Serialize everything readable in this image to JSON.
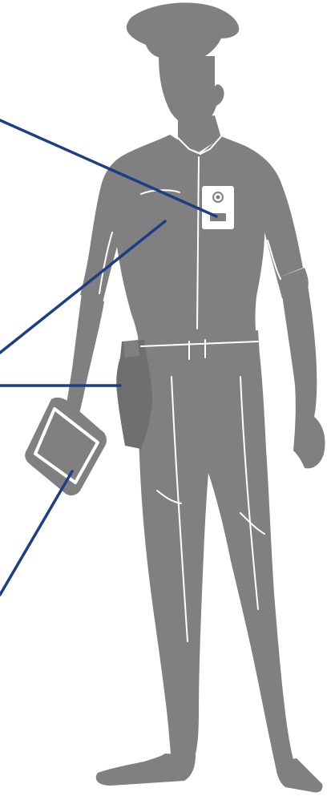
{
  "colors": {
    "background": "#ffffff",
    "silhouette": "#808080",
    "silhouette_shadow": "#6f6f6f",
    "detail_lines": "#ffffff",
    "callout_lines": "#1f3d86"
  },
  "figure": {
    "subject": "police-officer-silhouette"
  },
  "callouts": [
    {
      "name": "body-camera-callout",
      "target": "body-camera-icon"
    },
    {
      "name": "uniform-shirt-callout",
      "target": "uniform-shirt"
    },
    {
      "name": "holster-callout",
      "target": "holster-icon"
    },
    {
      "name": "tablet-callout",
      "target": "tablet-icon"
    }
  ]
}
